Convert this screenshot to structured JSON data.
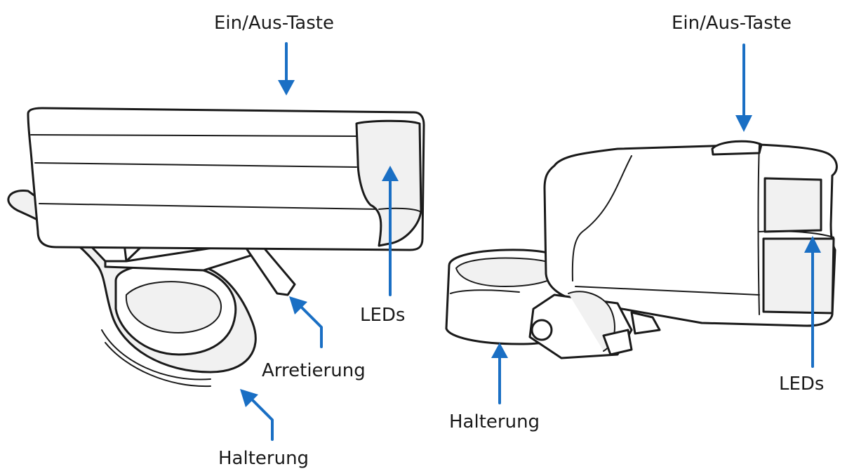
{
  "accent_color": "#1a6fc4",
  "left": {
    "power_button_label": "Ein/Aus-Taste",
    "leds_label": "LEDs",
    "lock_label": "Arretierung",
    "mount_label": "Halterung"
  },
  "right": {
    "power_button_label": "Ein/Aus-Taste",
    "leds_label": "LEDs",
    "mount_label": "Halterung"
  }
}
